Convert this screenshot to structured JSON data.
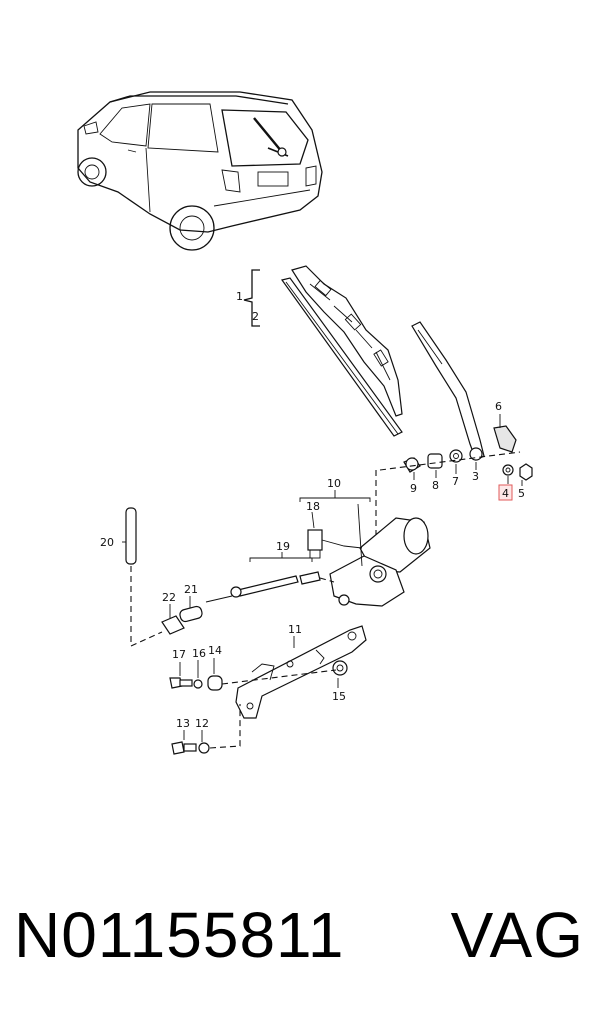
{
  "diagram": {
    "callouts": {
      "c1": "1",
      "c2": "2",
      "c3": "3",
      "c4": "4",
      "c5": "5",
      "c6": "6",
      "c7": "7",
      "c8": "8",
      "c9": "9",
      "c10": "10",
      "c11": "11",
      "c12": "12",
      "c13": "13",
      "c14": "14",
      "c15": "15",
      "c16": "16",
      "c17": "17",
      "c18": "18",
      "c19": "19",
      "c20": "20",
      "c21": "21",
      "c22": "22"
    },
    "highlighted_callout": "4",
    "highlight_color": "#e05a5a"
  },
  "footer": {
    "part_number": "N01155811",
    "brand": "VAG"
  }
}
